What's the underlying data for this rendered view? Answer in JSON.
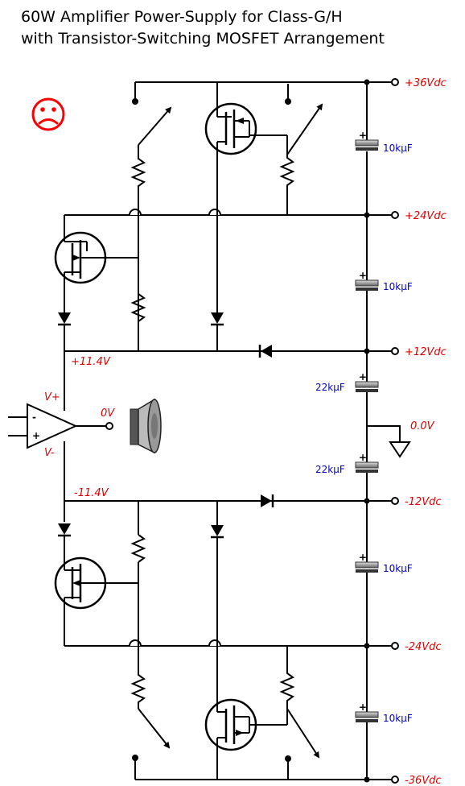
{
  "title": {
    "line1": "60W Amplifier Power-Supply for Class-G/H",
    "line2": "with Transistor-Switching MOSFET Arrangement"
  },
  "rails": {
    "p36": "+36Vdc",
    "p24": "+24Vdc",
    "p12": "+12Vdc",
    "m12": "-12Vdc",
    "m24": "-24Vdc",
    "m36": "-36Vdc"
  },
  "nodes": {
    "plus_supply": "+11.4V",
    "minus_supply": "-11.4V",
    "output": "0V",
    "ground": "0.0V",
    "opamp_vplus": "V+",
    "opamp_vminus": "V-"
  },
  "capacitors": {
    "c1": "10kµF",
    "c2": "10kµF",
    "c3": "22kµF",
    "c4": "22kµF",
    "c5": "10kµF",
    "c6": "10kµF"
  },
  "colors": {
    "wire": "#000000",
    "rail_label": "#e00000",
    "cap_label": "#0000cc",
    "sad_face": "#ff0000"
  },
  "icons": {
    "mood": "sad-face-icon",
    "speaker": "speaker-icon"
  }
}
